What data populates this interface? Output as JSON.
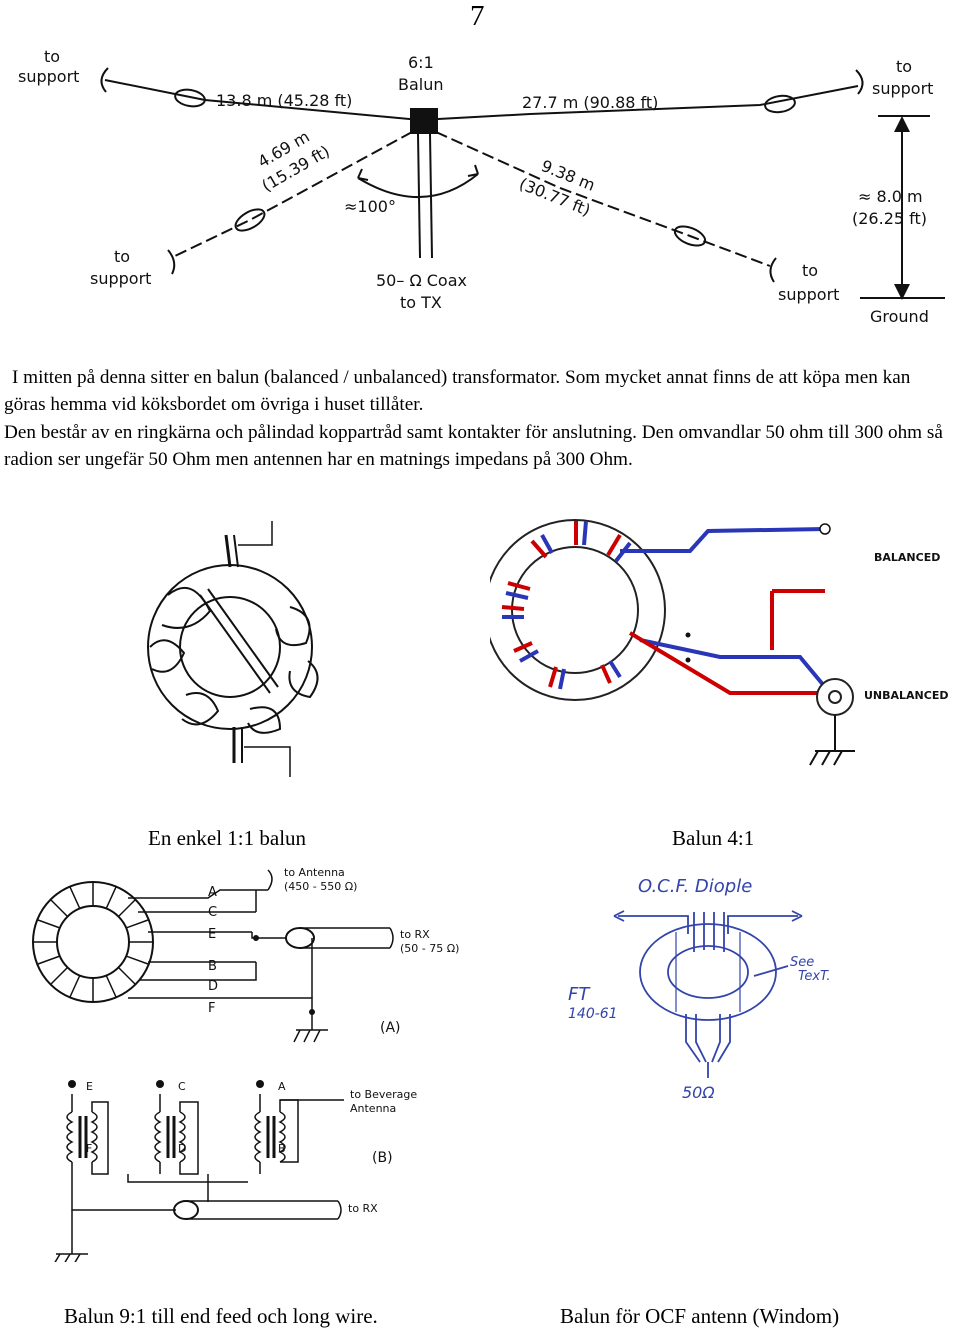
{
  "page_number": "7",
  "figure_antenna": {
    "to_support_left": [
      "to",
      "support"
    ],
    "to_support_right": [
      "to",
      "support"
    ],
    "to_support_lower_left": [
      "to",
      "support"
    ],
    "to_support_lower_right": [
      "to",
      "support"
    ],
    "balun_label": [
      "6:1",
      "Balun"
    ],
    "left_wire": "13.8 m (45.28 ft)",
    "right_wire": "27.7 m (90.88 ft)",
    "lower_left_wire": [
      "4.69 m",
      "(15.39 ft)"
    ],
    "lower_right_wire": [
      "9.38 m",
      "(30.77 ft)"
    ],
    "angle": "≈100°",
    "height": [
      "≈ 8.0 m",
      "(26.25 ft)"
    ],
    "coax": [
      "50– Ω Coax",
      "to TX"
    ],
    "ground": "Ground"
  },
  "paragraph": [
    "I mitten på denna sitter en balun (balanced / unbalanced) transformator. Som mycket annat finns de att köpa men kan göras hemma vid köksbordet om övriga i huset tillåter.",
    "Den består av en ringkärna och pålindad koppartråd samt kontakter för anslutning. Den omvandlar 50 ohm till 300  ohm så radion ser ungefär 50 Ohm men antennen har en matnings impedans på 300 Ohm."
  ],
  "figure_toroid": {
    "balanced": "BALANCED",
    "unbalanced": "UNBALANCED"
  },
  "captions": {
    "simple_balun": "En enkel 1:1 balun",
    "balun_4_1": "Balun 4:1",
    "balun_9_1": "Balun 9:1 till end feed och long wire.",
    "balun_ocf": "Balun för OCF antenn (Windom)"
  },
  "figure_9_1": {
    "letters_a": [
      "A",
      "C",
      "E",
      "B",
      "D",
      "F"
    ],
    "to_antenna": [
      "to Antenna",
      "(450 - 550 Ω)"
    ],
    "to_rx": [
      "to RX",
      "(50 - 75 Ω)"
    ],
    "label_a": "(A)",
    "letters_b_top": [
      "E",
      "C",
      "A"
    ],
    "letters_b_bottom": [
      "F",
      "D",
      "B"
    ],
    "to_beverage": [
      "to Beverage",
      "Antenna"
    ],
    "label_b": "(B)",
    "to_rx_b": "to RX"
  },
  "figure_ocf": {
    "title": "O.C.F. Diople",
    "core": [
      "FT",
      "140-61"
    ],
    "see_text": [
      "See",
      "TexT."
    ],
    "ohm": "50Ω"
  }
}
